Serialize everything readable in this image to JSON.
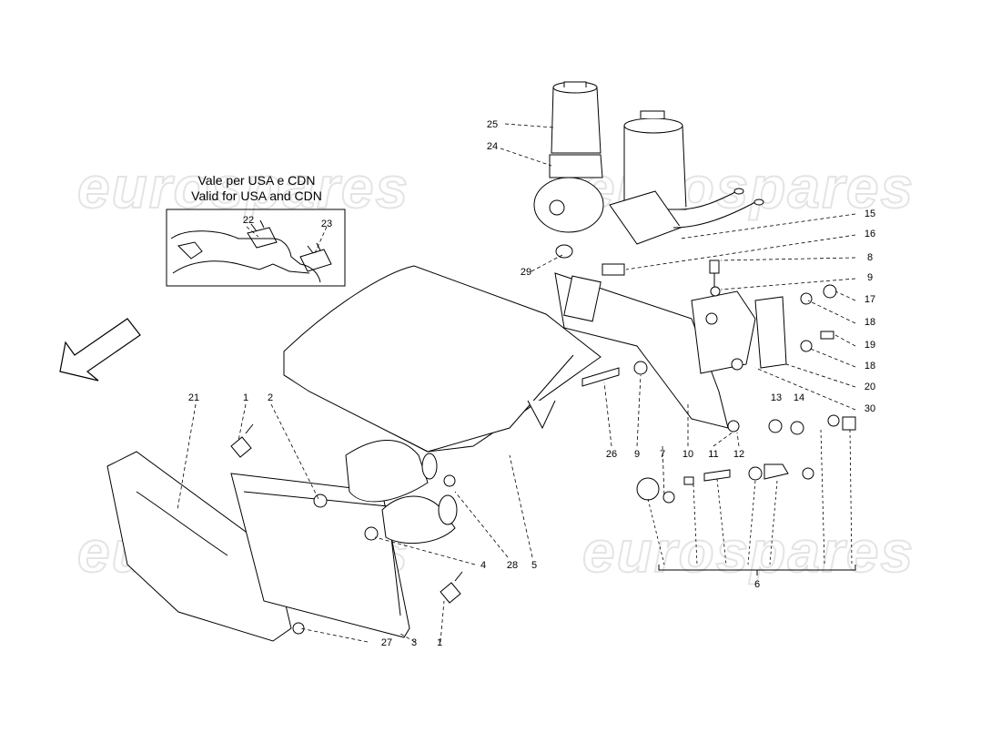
{
  "inset": {
    "line1": "Vale per USA e CDN",
    "line2": "Valid for USA and CDN",
    "callouts": [
      "22",
      "23"
    ]
  },
  "watermark": "eurospares",
  "part_numbers": [
    "1",
    "2",
    "3",
    "4",
    "5",
    "6",
    "7",
    "8",
    "9",
    "10",
    "11",
    "12",
    "13",
    "14",
    "15",
    "16",
    "17",
    "18",
    "19",
    "20",
    "21",
    "22",
    "23",
    "24",
    "25",
    "26",
    "27",
    "28",
    "29",
    "30"
  ]
}
